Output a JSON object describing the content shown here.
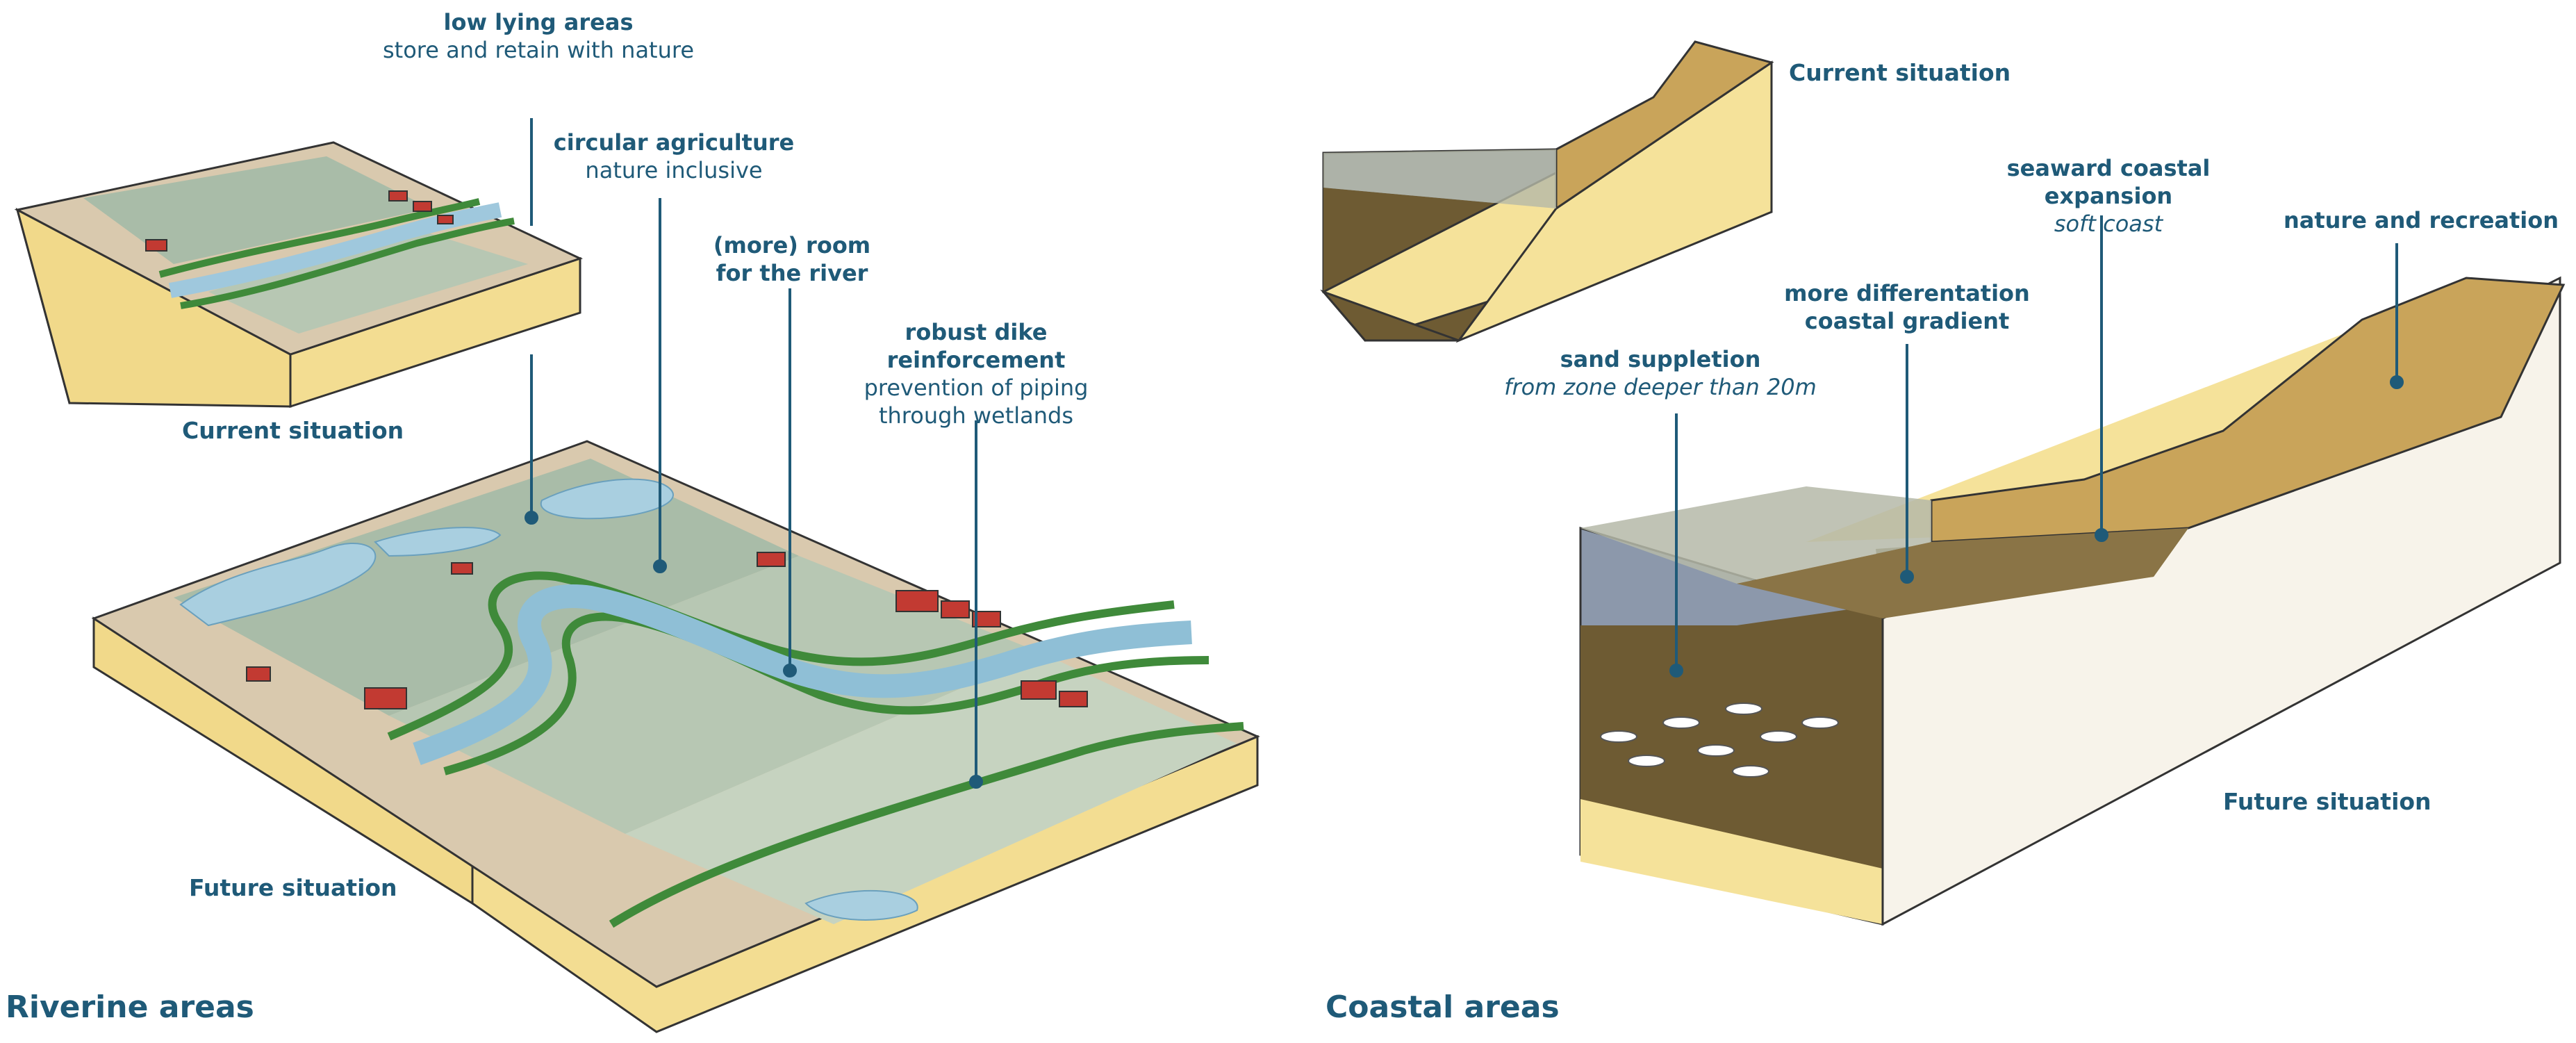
{
  "riverine": {
    "section_title": "Riverine areas",
    "current_caption": "Current situation",
    "future_caption": "Future situation",
    "labels": {
      "low_lying": {
        "title": "low lying areas",
        "sub": "store and retain with nature"
      },
      "circular": {
        "title": "circular agriculture",
        "sub": "nature inclusive"
      },
      "room": {
        "line1": "(more) room",
        "line2": "for the river"
      },
      "dike": {
        "title": "robust dike reinforcement",
        "sub1": "prevention of piping",
        "sub2": "through wetlands"
      }
    }
  },
  "coastal": {
    "section_title": "Coastal areas",
    "current_caption": "Current situation",
    "future_caption": "Future situation",
    "labels": {
      "seaward": {
        "title": "seaward coastal expansion",
        "sub": "soft coast"
      },
      "nature": {
        "title": "nature and recreation"
      },
      "differentiation": {
        "line1": "more differentation",
        "line2": "coastal gradient"
      },
      "sand": {
        "title": "sand suppletion",
        "sub": "from zone deeper than 20m"
      }
    }
  },
  "colors": {
    "label_text": "#1f5a78",
    "pasture": "#a9bca8",
    "field": "#d9c9ae",
    "water": "#a9cfe0",
    "sand": "#f5e29a",
    "dune": "#c9a45a",
    "seabed": "#6e5b33",
    "sea": "#8c98ab",
    "dike_green": "#3f8a3a",
    "roof_red": "#c23a32"
  }
}
